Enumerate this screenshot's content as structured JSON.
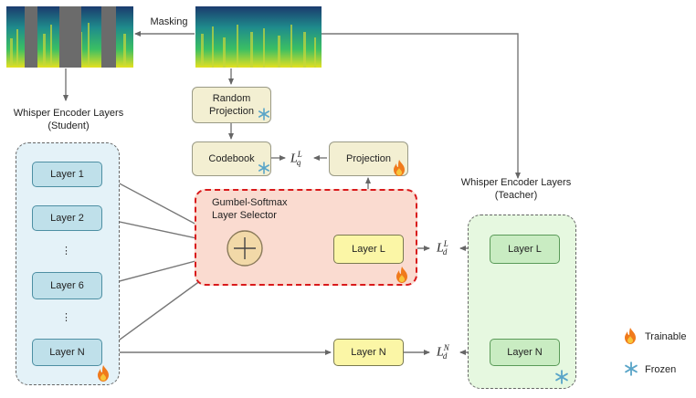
{
  "labels": {
    "masking": "Masking",
    "student_title": "Whisper Encoder Layers",
    "student_sub": "(Student)",
    "teacher_title": "Whisper Encoder Layers",
    "teacher_sub": "(Teacher)",
    "random_projection": "Random Projection",
    "codebook": "Codebook",
    "projection": "Projection",
    "selector_title": "Gumbel-Softmax",
    "selector_sub": "Layer Selector",
    "layer_l_sel": "Layer L",
    "layer_n_bottom": "Layer N",
    "teacher_layer_l": "Layer L",
    "teacher_layer_n": "Layer N",
    "legend_trainable": "Trainable",
    "legend_frozen": "Frozen"
  },
  "student_layers": [
    "Layer 1",
    "Layer 2",
    "⋮",
    "Layer 6",
    "⋮",
    "Layer N"
  ],
  "math": {
    "lq": "L",
    "lq_sup": "L",
    "lq_sub": "q",
    "ld_l": "L",
    "ld_l_sup": "L",
    "ld_l_sub": "d",
    "ld_n": "L",
    "ld_n_sup": "N",
    "ld_n_sub": "d"
  },
  "colors": {
    "student_bg": "#e4f2f8",
    "teacher_bg": "#e6f8e0",
    "selector_bg": "#fadbd0",
    "selector_border": "#d9191b",
    "frozen": "#5aa5c8",
    "trainable": "#f07a1c"
  },
  "icons": {
    "trainable": "flame-icon",
    "frozen": "snowflake-icon"
  }
}
